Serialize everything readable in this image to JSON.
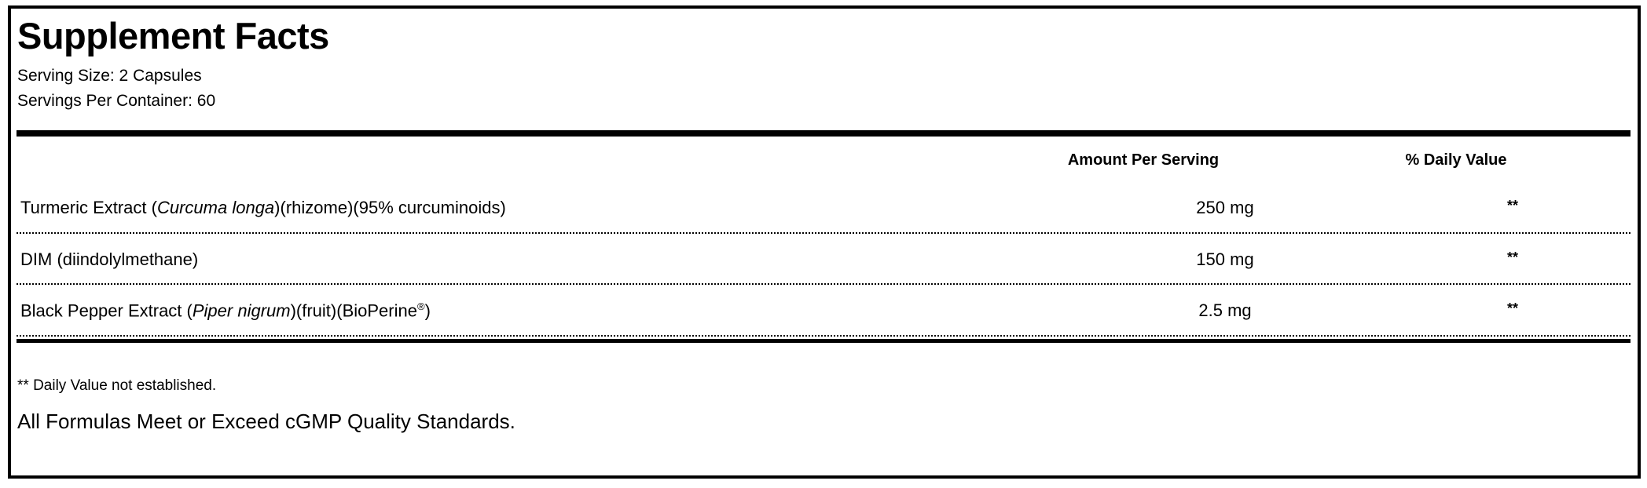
{
  "title": "Supplement Facts",
  "serving_size": "Serving Size: 2 Capsules",
  "servings_per_container": "Servings Per Container: 60",
  "table": {
    "headers": {
      "amount": "Amount Per Serving",
      "daily_value": "% Daily Value"
    },
    "rows": [
      {
        "name_pre": "Turmeric Extract (",
        "name_italic": "Curcuma longa",
        "name_post": ")(rhizome)(95% curcuminoids)",
        "name_sup": "",
        "name_end": "",
        "amount": "250 mg",
        "dv": "**"
      },
      {
        "name_pre": "DIM (diindolylmethane)",
        "name_italic": "",
        "name_post": "",
        "name_sup": "",
        "name_end": "",
        "amount": "150 mg",
        "dv": "**"
      },
      {
        "name_pre": "Black Pepper Extract (",
        "name_italic": "Piper nigrum",
        "name_post": ")(fruit)(BioPerine",
        "name_sup": "®",
        "name_end": ")",
        "amount": "2.5 mg",
        "dv": "**"
      }
    ]
  },
  "footnote": "** Daily Value not established.",
  "quality_statement": "All Formulas Meet or Exceed cGMP Quality Standards."
}
